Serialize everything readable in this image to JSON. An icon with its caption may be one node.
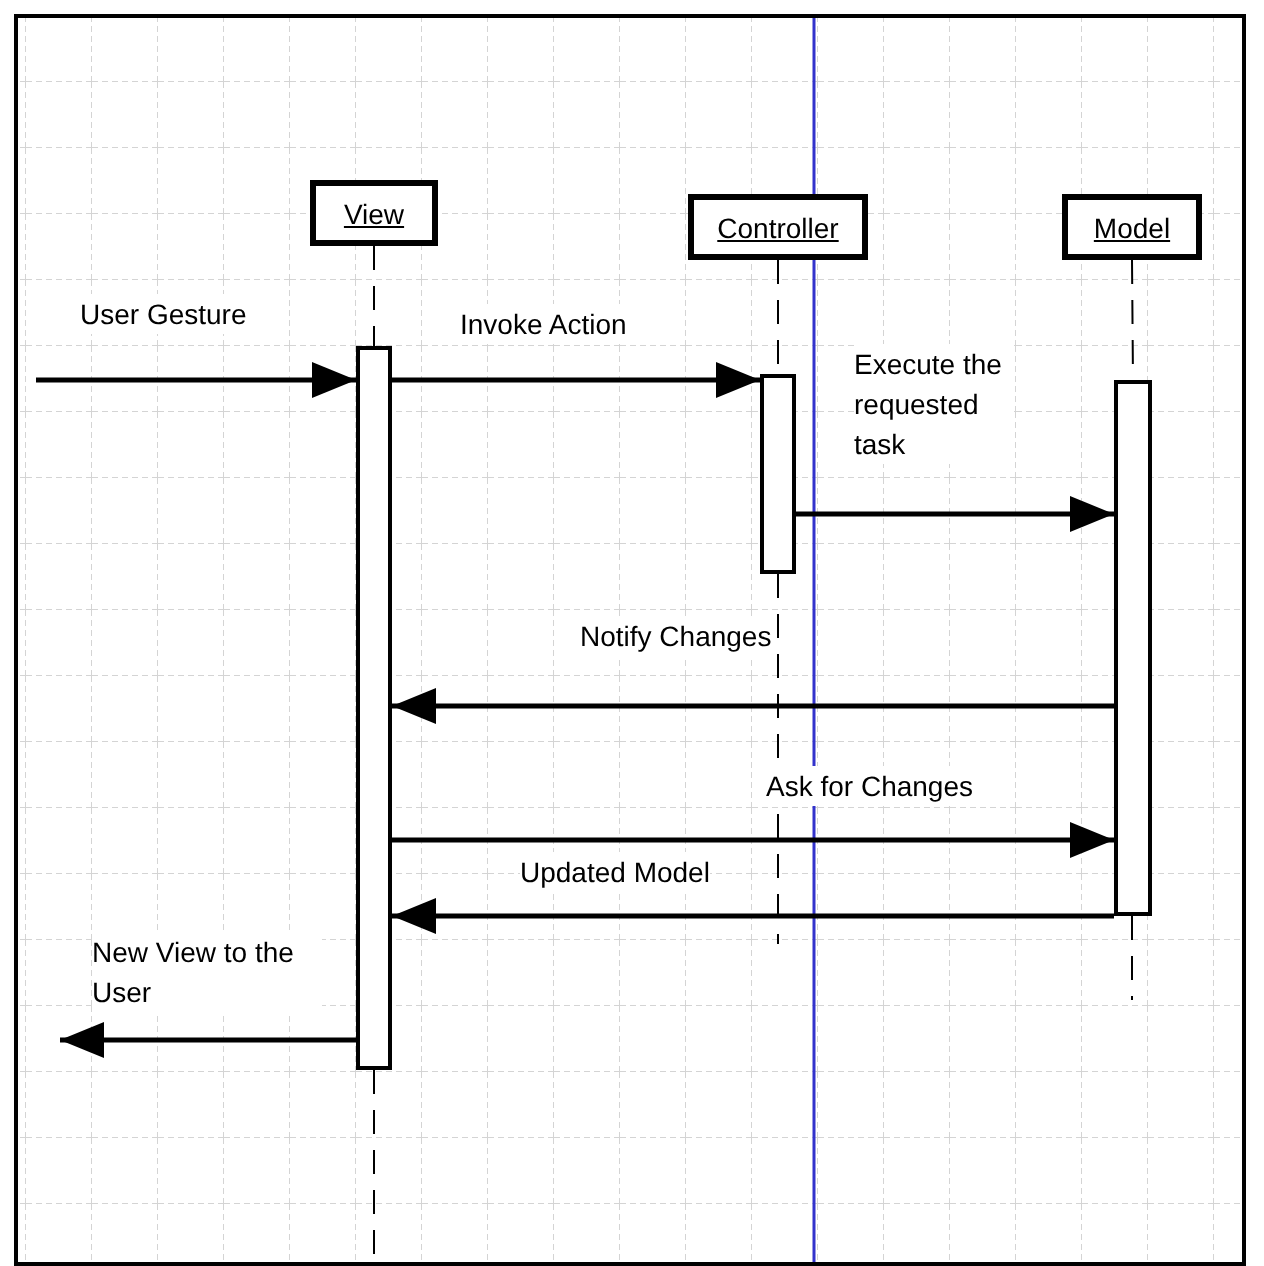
{
  "diagram": {
    "nodes": [
      {
        "text": [
          "View"
        ]
      },
      {
        "text": [
          "Controller"
        ]
      },
      {
        "text": [
          "Model"
        ]
      },
      {
        "text": [],
        "shape": "bar"
      },
      {
        "text": [],
        "shape": "bar"
      },
      {
        "text": [],
        "shape": "bar"
      }
    ],
    "edges": [
      {
        "from": 0,
        "to": 3,
        "arrow": "none",
        "style": "dashed"
      },
      {
        "from": 1,
        "to": 4,
        "arrow": "none",
        "style": "dashed"
      },
      {
        "from": 2,
        "to": 5,
        "arrow": "none",
        "style": "dashed"
      },
      {
        "from": null,
        "to": 3,
        "arrow": "to",
        "label": "User Gesture"
      },
      {
        "from": 3,
        "to": 4,
        "arrow": "to",
        "label": "Invoke Action"
      },
      {
        "from": 4,
        "to": 5,
        "arrow": "to",
        "label": "Execute the requested task"
      },
      {
        "from": 5,
        "to": 3,
        "arrow": "to",
        "label": "Notify Changes"
      },
      {
        "from": 3,
        "to": 5,
        "arrow": "to",
        "label": "Ask for Changes"
      },
      {
        "from": 5,
        "to": 3,
        "arrow": "to",
        "label": "Updated Model"
      },
      {
        "from": 3,
        "to": null,
        "arrow": "to",
        "label": "New View to the User"
      }
    ]
  }
}
